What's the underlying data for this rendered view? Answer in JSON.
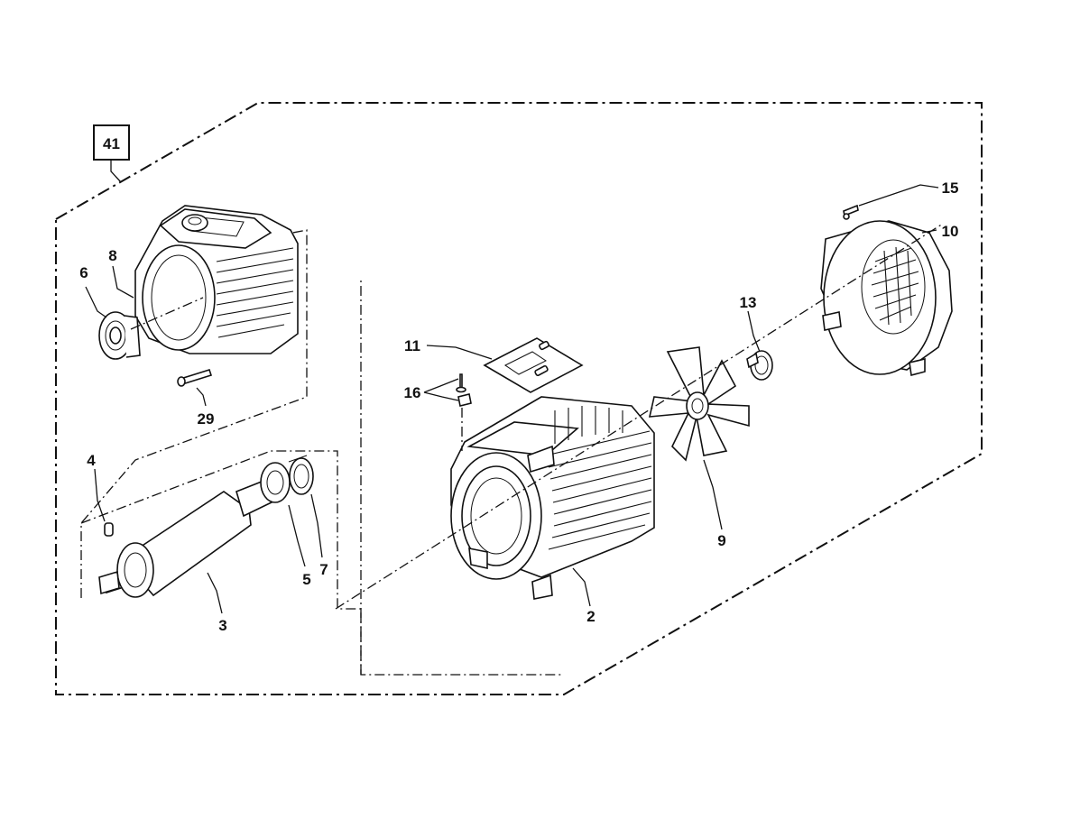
{
  "assembly": {
    "label": "41"
  },
  "callouts": [
    {
      "id": "c2",
      "text": "2"
    },
    {
      "id": "c3",
      "text": "3"
    },
    {
      "id": "c4",
      "text": "4"
    },
    {
      "id": "c5",
      "text": "5"
    },
    {
      "id": "c6",
      "text": "6"
    },
    {
      "id": "c7",
      "text": "7"
    },
    {
      "id": "c8",
      "text": "8"
    },
    {
      "id": "c9",
      "text": "9"
    },
    {
      "id": "c10",
      "text": "10"
    },
    {
      "id": "c11",
      "text": "11"
    },
    {
      "id": "c13",
      "text": "13"
    },
    {
      "id": "c15",
      "text": "15"
    },
    {
      "id": "c16",
      "text": "16"
    },
    {
      "id": "c29",
      "text": "29"
    }
  ]
}
